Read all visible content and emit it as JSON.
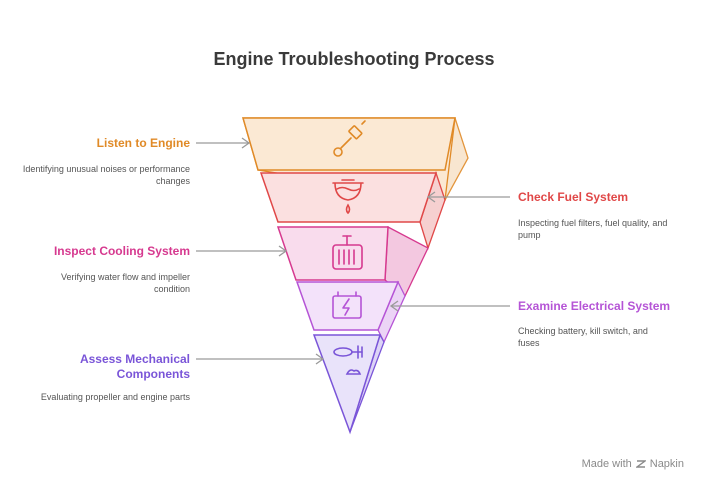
{
  "title": "Engine Troubleshooting Process",
  "steps": [
    {
      "label": "Listen to Engine",
      "description": "Identifying unusual noises or performance changes",
      "color": "#e08a27",
      "icon": "piston-icon"
    },
    {
      "label": "Check Fuel System",
      "description": "Inspecting fuel filters, fuel quality, and pump",
      "color": "#e04848",
      "icon": "fuel-tank-icon"
    },
    {
      "label": "Inspect Cooling System",
      "description": "Verifying water flow and impeller condition",
      "color": "#d6398f",
      "icon": "radiator-icon"
    },
    {
      "label": "Examine Electrical System",
      "description": "Checking battery, kill switch, and fuses",
      "color": "#b554d6",
      "icon": "battery-icon"
    },
    {
      "label": "Assess Mechanical Components",
      "description": "Evaluating propeller and engine parts",
      "color": "#7a55d8",
      "icon": "propeller-icon"
    }
  ],
  "footer": {
    "made_with": "Made with",
    "brand": "Napkin"
  }
}
